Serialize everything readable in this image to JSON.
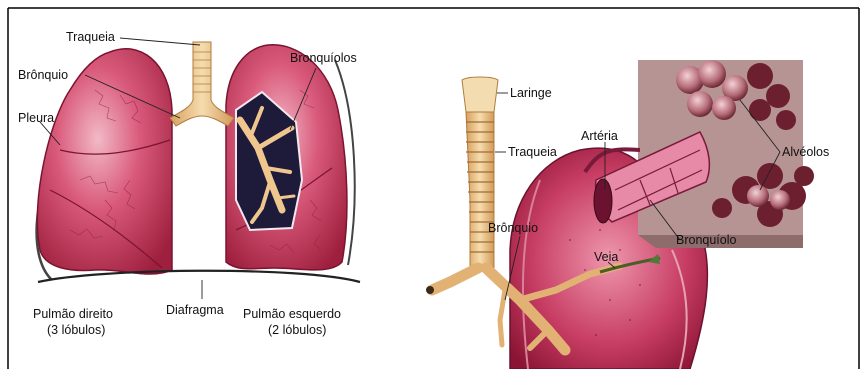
{
  "left_panel": {
    "labels": {
      "trachea": "Traqueia",
      "bronchus": "Brônquio",
      "bronchioles": "Bronquíolos",
      "pleura": "Pleura",
      "diaphragm": "Diafragma",
      "right_lung_line1": "Pulmão direito",
      "right_lung_line2": "(3 lóbulos)",
      "left_lung_line1": "Pulmão esquerdo",
      "left_lung_line2": "(2 lóbulos)"
    }
  },
  "right_panel": {
    "labels": {
      "larynx": "Laringe",
      "trachea": "Traqueia",
      "artery": "Artéria",
      "alveoli": "Alvéolos",
      "bronchus": "Brônquio",
      "bronchiole": "Bronquíolo",
      "vein": "Veia"
    }
  },
  "colors": {
    "lung_fill": "#c63a5c",
    "lung_light": "#e9a3b3",
    "airway": "#efc78e",
    "dark_cavity": "#1d1a3a",
    "alveoli_bg": "#b58e8e",
    "alveoli_dark": "#6b1f2f"
  }
}
